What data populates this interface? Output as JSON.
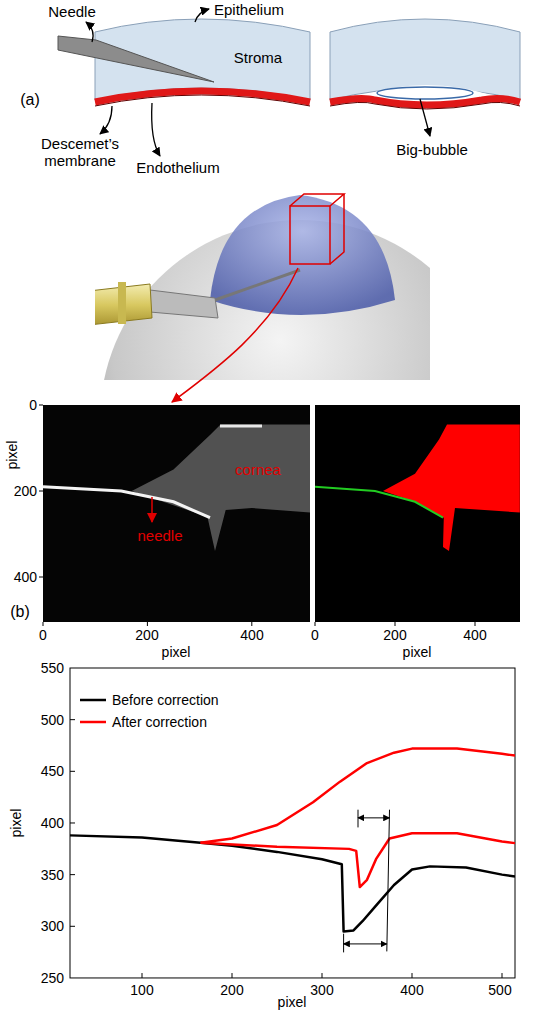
{
  "diagram": {
    "labels": [
      "Needle",
      "Epithelium",
      "Stroma",
      "(a)",
      "Descemet’s membrane",
      "Endothelium",
      "Big-bubble",
      "0",
      "200",
      "400",
      "pixel",
      "cornea",
      "needle",
      "(b)",
      "0",
      "200",
      "400",
      "pixel",
      "0",
      "200",
      "400",
      "pixel",
      "550",
      "500",
      "450",
      "400",
      "350",
      "300",
      "250",
      "100",
      "200",
      "300",
      "400",
      "500",
      "pixel",
      "pixel"
    ],
    "legend": [
      {
        "text": "Before correction"
      },
      {
        "text": "After correction"
      }
    ]
  }
}
